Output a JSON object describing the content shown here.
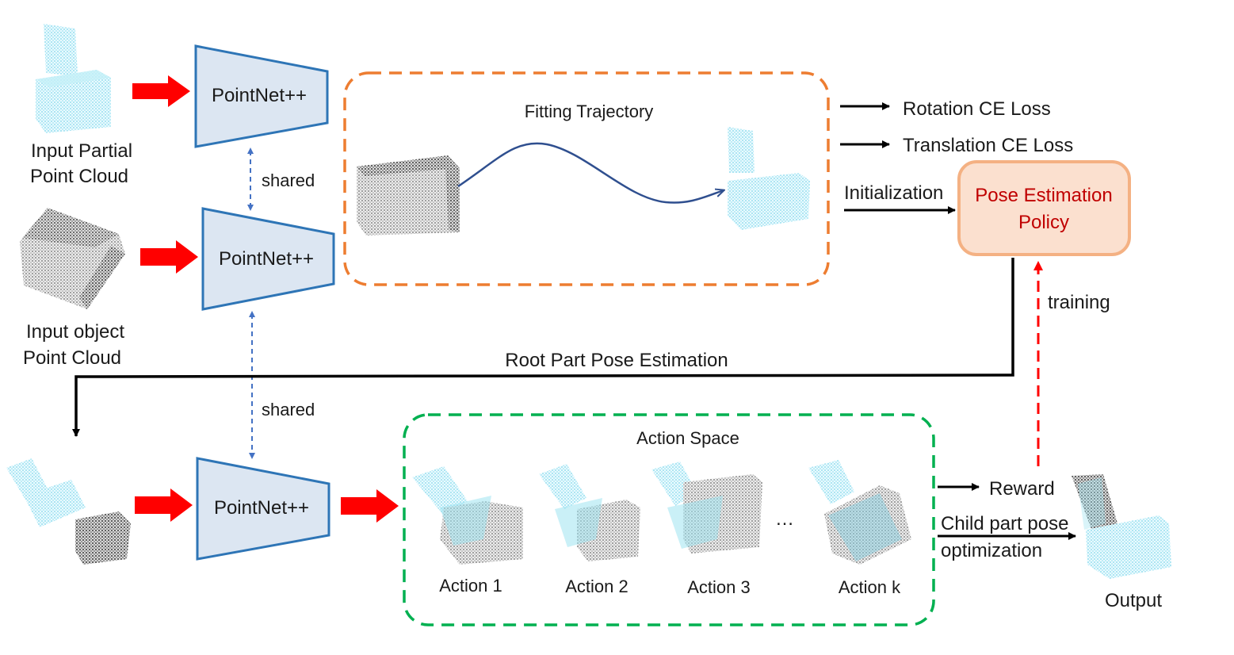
{
  "inputs": {
    "partial_label_1": "Input Partial",
    "partial_label_2": "Point Cloud",
    "object_label_1": "Input object",
    "object_label_2": "Point Cloud"
  },
  "encoders": {
    "top": "PointNet++",
    "middle": "PointNet++",
    "bottom": "PointNet++",
    "shared_label_top": "shared",
    "shared_label_bottom": "shared"
  },
  "fitting": {
    "title": "Fitting Trajectory"
  },
  "losses": {
    "rotation": "Rotation CE Loss",
    "translation": "Translation CE Loss",
    "initialization": "Initialization"
  },
  "policy": {
    "line1": "Pose Estimation",
    "line2": "Policy",
    "training": "training"
  },
  "root_pose": {
    "label": "Root Part Pose Estimation"
  },
  "action_space": {
    "title": "Action Space",
    "actions": [
      "Action 1",
      "Action 2",
      "Action 3",
      "Action k"
    ],
    "ellipsis": "…"
  },
  "outputs": {
    "reward": "Reward",
    "child_1": "Child part pose",
    "child_2": "optimization",
    "output": "Output"
  },
  "colors": {
    "encoder_fill": "#dce6f2",
    "encoder_stroke": "#2e75b6",
    "fitting_border": "#ed7d31",
    "action_border": "#00b050",
    "policy_fill": "#f8cbad",
    "policy_stroke": "#f4b183",
    "red_arrow": "#ff0000",
    "cyan_cloud": "#a6e6f2",
    "gray_cloud": "#595959"
  }
}
